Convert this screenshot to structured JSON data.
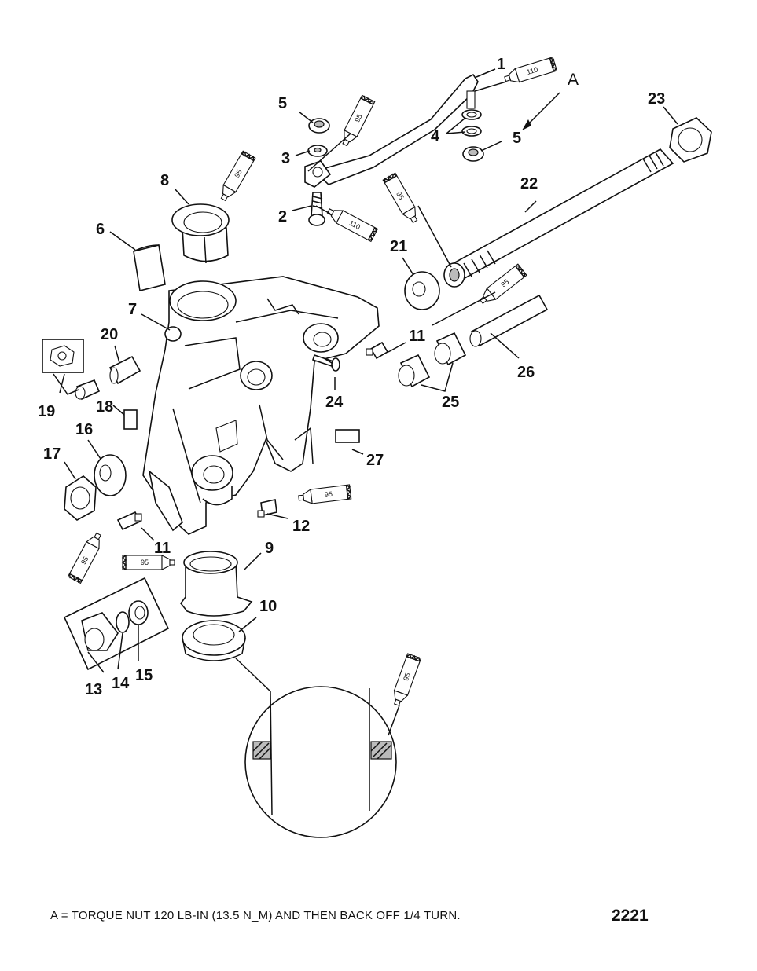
{
  "diagram": {
    "callouts": [
      "1",
      "2",
      "3",
      "4",
      "5",
      "5",
      "6",
      "7",
      "8",
      "9",
      "10",
      "11",
      "11",
      "12",
      "13",
      "14",
      "15",
      "16",
      "17",
      "18",
      "19",
      "20",
      "21",
      "22",
      "23",
      "24",
      "25",
      "26",
      "27"
    ],
    "detail_label": "A",
    "tube_labels": [
      "110",
      "110",
      "95",
      "95",
      "95",
      "95",
      "95",
      "95",
      "95",
      "95"
    ]
  },
  "footer": {
    "note": "A = TORQUE NUT 120 LB-IN (13.5 N_M) AND THEN BACK OFF 1/4 TURN.",
    "drawing_id": "2221"
  }
}
